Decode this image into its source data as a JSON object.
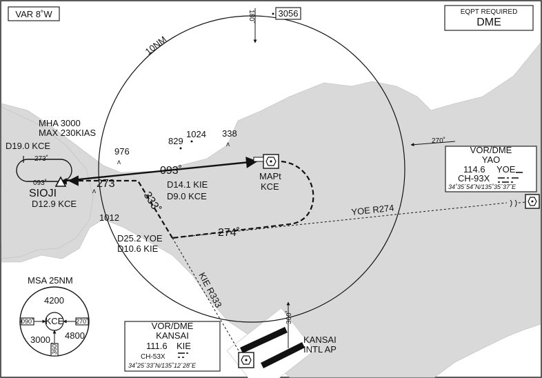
{
  "variation": "VAR 8˚W",
  "equipment": {
    "heading": "EQPT REQUIRED",
    "value": "DME"
  },
  "elevations": {
    "e3056": "3056",
    "e1024": "1024",
    "e829": "829",
    "e338": "338",
    "e976": "976",
    "e1012": "1012"
  },
  "ring": {
    "radius_label": "10NM",
    "bearing_180": "180˚"
  },
  "holding": {
    "mha": "MHA 3000",
    "max_speed": "MAX 230KIAS",
    "dme_fix": "D19.0 KCE",
    "inbound_course": "273˚",
    "outbound_course": "093˚"
  },
  "sioji": {
    "name": "SIOJI",
    "dme": "D12.9 KCE"
  },
  "courses": {
    "c093": "093˚",
    "c273": "273",
    "c333": "333˚",
    "c274": "274˚",
    "c270": "270˚",
    "c360": "360˚"
  },
  "fix_d14": {
    "line1": "D14.1 KIE",
    "line2": "D9.0 KCE"
  },
  "fix_d25": {
    "line1": "D25.2 YOE",
    "line2": "D10.6 KIE"
  },
  "mapt": {
    "line1": "MAPt",
    "line2": "KCE"
  },
  "radials": {
    "yoe": "YOE R274",
    "kie": "KIE R333"
  },
  "yao": {
    "type": "VOR/DME",
    "name": "YAO",
    "freq": "114.6",
    "ident": "YOE",
    "channel": "CH-93X",
    "coords": "34˚35´54˝N/135˚35´37˝E"
  },
  "kansai_vor": {
    "type": "VOR/DME",
    "name": "KANSAI",
    "freq": "111.6",
    "ident": "KIE",
    "channel": "CH-53X",
    "coords": "34˚25´33˝N/135˚12´28˝E"
  },
  "airport": {
    "line1": "KANSAI",
    "line2": "INTL AP"
  },
  "msa": {
    "title": "MSA 25NM",
    "center": "KCE",
    "north": "4200",
    "southwest": "3000",
    "southeast": "4800",
    "b090": "090˚",
    "b270": "270˚",
    "b360": "360˚"
  },
  "colors": {
    "land": "#d9d9d9",
    "water": "#ffffff",
    "ink": "#111111"
  }
}
